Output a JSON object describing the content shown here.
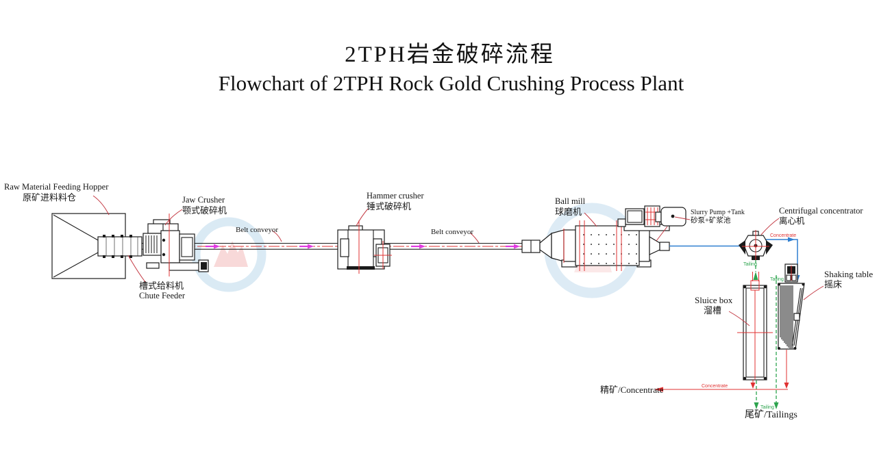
{
  "title": {
    "zh": "2TPH岩金破碎流程",
    "en": "Flowchart of 2TPH Rock Gold Crushing Process Plant"
  },
  "equipment": [
    {
      "id": "raw-material-feeding-hopper",
      "en": "Raw Material Feeding Hopper",
      "zh": "原矿进料料仓"
    },
    {
      "id": "jaw-crusher",
      "en": "Jaw Crusher",
      "zh": "颚式破碎机"
    },
    {
      "id": "chute-feeder",
      "en": "Chute Feeder",
      "zh": "槽式给料机"
    },
    {
      "id": "belt-conveyor-1",
      "en": "Belt conveyor"
    },
    {
      "id": "hammer-crusher",
      "en": "Hammer crusher",
      "zh": "锤式破碎机"
    },
    {
      "id": "belt-conveyor-2",
      "en": "Belt conveyor"
    },
    {
      "id": "ball-mill",
      "en": "Ball mill",
      "zh": "球磨机"
    },
    {
      "id": "slurry-pump-tank",
      "en": "Slurry Pump +Tank",
      "zh": "砂泵+矿浆池"
    },
    {
      "id": "centrifugal-concentrator",
      "en": "Centrifugal concentrator",
      "zh": "离心机"
    },
    {
      "id": "shaking-table",
      "en": "Shaking table",
      "zh": "摇床"
    },
    {
      "id": "sluice-box",
      "en": "Sluice box",
      "zh": "溜槽"
    }
  ],
  "flow_labels": {
    "concentrate": "Concentrate",
    "tailing": "Tailing"
  },
  "outputs": {
    "concentrate": "精矿/Concentrate",
    "tailings": "尾矿/Tailings"
  },
  "colors": {
    "centerline_red": "#e03131",
    "leader_red": "#c43a44",
    "flow_magenta": "#e13ce1",
    "slurry_blue": "#2f7fd0",
    "tailing_green": "#2da44e",
    "watermark_blue": "#bcd9ec"
  }
}
